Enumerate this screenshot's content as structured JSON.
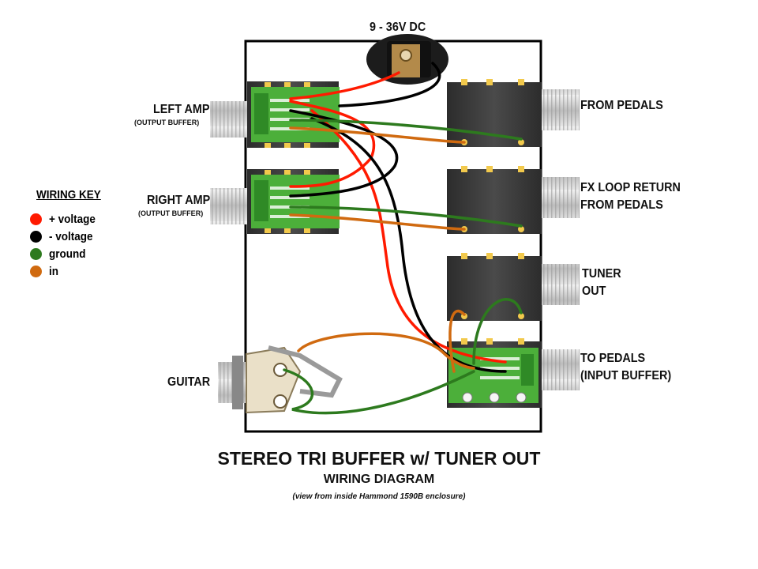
{
  "dc_label": "9 - 36V DC",
  "left_jacks": {
    "left_amp": {
      "title": "LEFT AMP",
      "sub": "(OUTPUT BUFFER)"
    },
    "right_amp": {
      "title": "RIGHT AMP",
      "sub": "(OUTPUT BUFFER)"
    },
    "guitar": {
      "title": "GUITAR"
    }
  },
  "right_jacks": {
    "from_pedals": {
      "title": "FROM PEDALS"
    },
    "fx_loop": {
      "line1": "FX LOOP RETURN",
      "line2": "FROM PEDALS"
    },
    "tuner": {
      "line1": "TUNER",
      "line2": "OUT"
    },
    "to_pedals": {
      "line1": "TO PEDALS",
      "line2": "(INPUT BUFFER)"
    }
  },
  "wiring_key": {
    "title": "WIRING KEY",
    "items": [
      {
        "label": "+ voltage",
        "color": "#ff1a00"
      },
      {
        "label": "- voltage",
        "color": "#000000"
      },
      {
        "label": "ground",
        "color": "#2d7a1e"
      },
      {
        "label": "in",
        "color": "#d06a10"
      }
    ]
  },
  "footer": {
    "title": "STEREO TRI BUFFER w/ TUNER OUT",
    "subtitle": "WIRING DIAGRAM",
    "note": "(view from inside Hammond 1590B enclosure)"
  },
  "colors": {
    "enclosure": "#000000",
    "pcb": "#4caf3a",
    "jack_body": "#3a3a3a",
    "jack_thread": "#d8d8d8",
    "wire_red": "#ff1a00",
    "wire_black": "#000000",
    "wire_green": "#2d7a1e",
    "wire_orange": "#d06a10"
  }
}
